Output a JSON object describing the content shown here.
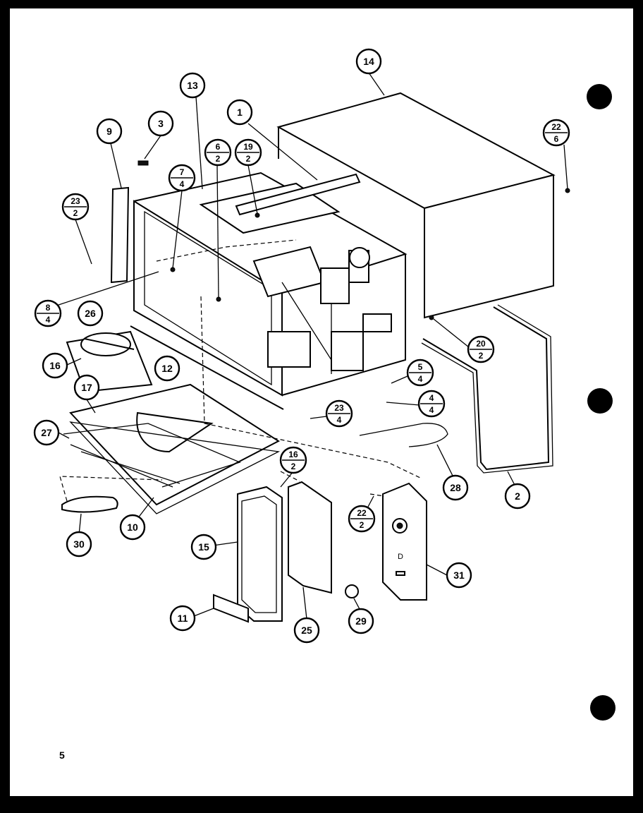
{
  "page_number": "5",
  "callouts": [
    {
      "id": "c14",
      "num": "14"
    },
    {
      "id": "c13",
      "num": "13"
    },
    {
      "id": "c1",
      "num": "1"
    },
    {
      "id": "c9",
      "num": "9"
    },
    {
      "id": "c3",
      "num": "3"
    },
    {
      "id": "c26",
      "num": "26"
    },
    {
      "id": "c16",
      "num": "16"
    },
    {
      "id": "c12",
      "num": "12"
    },
    {
      "id": "c17",
      "num": "17"
    },
    {
      "id": "c27",
      "num": "27"
    },
    {
      "id": "c10",
      "num": "10"
    },
    {
      "id": "c30",
      "num": "30"
    },
    {
      "id": "c15",
      "num": "15"
    },
    {
      "id": "c11",
      "num": "11"
    },
    {
      "id": "c25",
      "num": "25"
    },
    {
      "id": "c29",
      "num": "29"
    },
    {
      "id": "c31",
      "num": "31"
    },
    {
      "id": "c28",
      "num": "28"
    },
    {
      "id": "c2",
      "num": "2"
    }
  ],
  "fraction_callouts": [
    {
      "id": "f22_6",
      "top": "22",
      "bottom": "6"
    },
    {
      "id": "f6_2",
      "top": "6",
      "bottom": "2"
    },
    {
      "id": "f19_2",
      "top": "19",
      "bottom": "2"
    },
    {
      "id": "f7_4",
      "top": "7",
      "bottom": "4"
    },
    {
      "id": "f23_2",
      "top": "23",
      "bottom": "2"
    },
    {
      "id": "f8_4",
      "top": "8",
      "bottom": "4"
    },
    {
      "id": "f20_2",
      "top": "20",
      "bottom": "2"
    },
    {
      "id": "f5_4",
      "top": "5",
      "bottom": "4"
    },
    {
      "id": "f4_4",
      "top": "4",
      "bottom": "4"
    },
    {
      "id": "f23_4",
      "top": "23",
      "bottom": "4"
    },
    {
      "id": "f16_2",
      "top": "16",
      "bottom": "2"
    },
    {
      "id": "f22_2",
      "top": "22",
      "bottom": "2"
    }
  ],
  "control_panel_letter": "D"
}
